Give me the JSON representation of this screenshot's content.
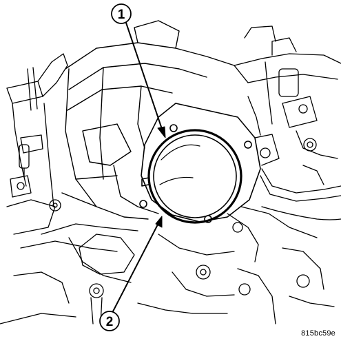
{
  "callouts": [
    {
      "number": "1"
    },
    {
      "number": "2"
    }
  ],
  "figure_id": "815bc59e",
  "colors": {
    "ink": "#000000",
    "paper": "#ffffff"
  }
}
